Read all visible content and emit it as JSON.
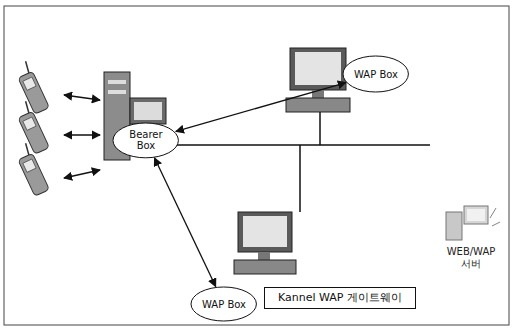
{
  "diagram": {
    "nodes": [
      {
        "text": [
          "Bearer Box"
        ]
      },
      {
        "text": [
          "WAP Box"
        ]
      },
      {
        "text": [
          "WAP Box"
        ]
      },
      {
        "text": [
          "Kannel WAP 게이트웨이"
        ]
      }
    ],
    "edges": [
      {
        "from": 0,
        "to": 1,
        "arrow": "both"
      },
      {
        "from": 0,
        "to": 2,
        "arrow": "both"
      }
    ],
    "labels": [
      "WEB/WAP 서버"
    ]
  }
}
